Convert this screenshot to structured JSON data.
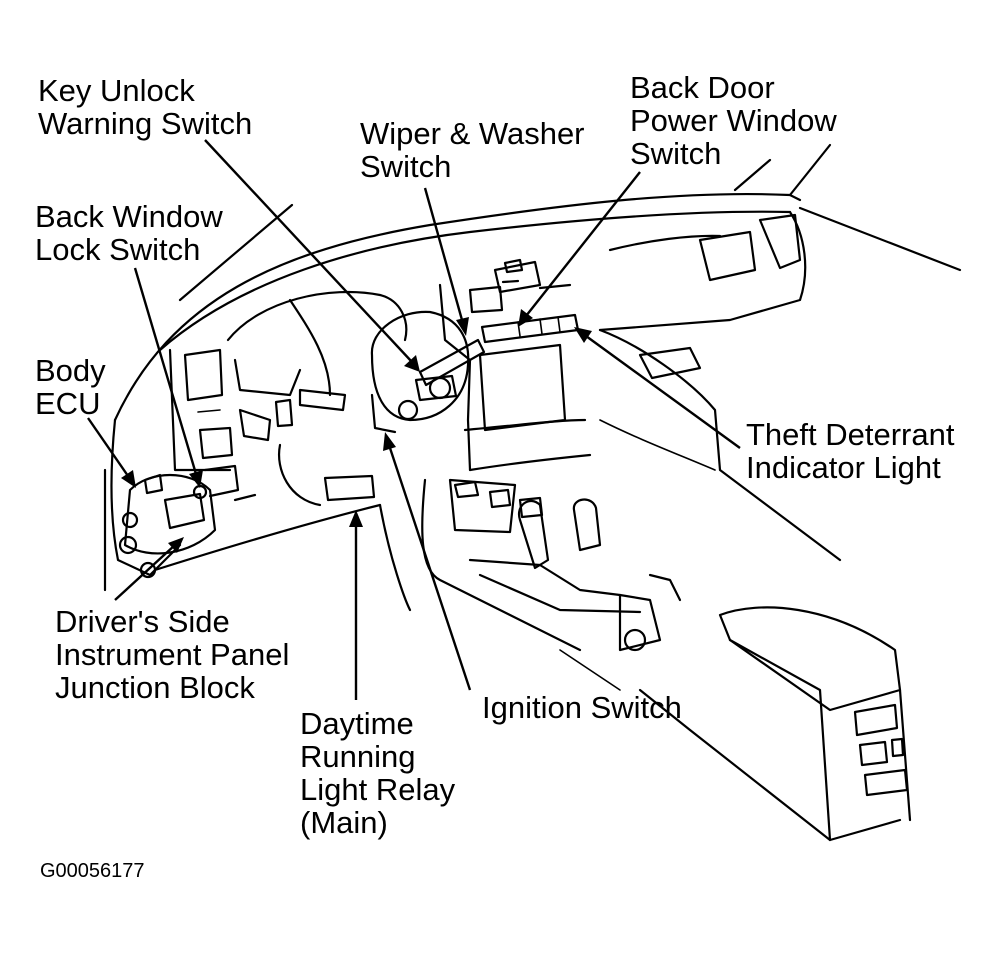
{
  "labels": {
    "key_unlock": [
      "Key Unlock",
      "Warning Switch"
    ],
    "wiper_washer": [
      "Wiper & Washer",
      "Switch"
    ],
    "back_door_power_window": [
      "Back Door",
      "Power Window",
      "Switch"
    ],
    "back_window_lock": [
      "Back Window",
      "Lock Switch"
    ],
    "body_ecu": [
      "Body",
      "ECU"
    ],
    "theft_deterrant": [
      "Theft Deterrant",
      "Indicator Light"
    ],
    "drivers_side_jb": [
      "Driver's Side",
      "Instrument Panel",
      "Junction Block"
    ],
    "daytime_running": [
      "Daytime",
      "Running",
      "Light Relay",
      "(Main)"
    ],
    "ignition": [
      "Ignition Switch"
    ]
  },
  "figure_code": "G00056177"
}
